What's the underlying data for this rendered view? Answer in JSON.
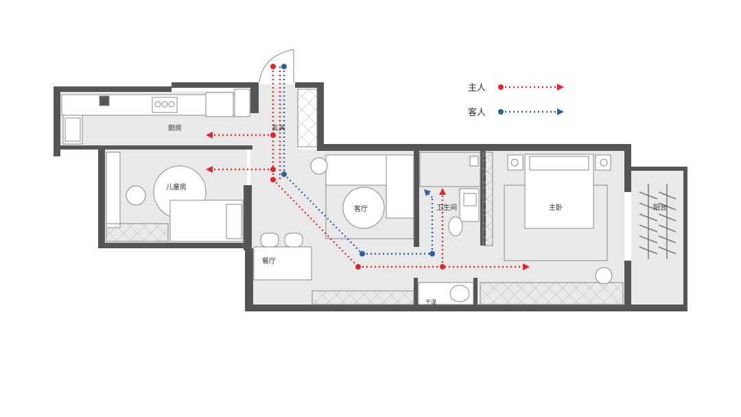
{
  "legend": {
    "host": {
      "label": "主人",
      "color": "#e0262b"
    },
    "guest": {
      "label": "客人",
      "color": "#2f5f9e"
    }
  },
  "rooms": {
    "kitchen": "厨房",
    "entrance": "玄关",
    "children_room": "儿童房",
    "living_room": "客厅",
    "bathroom": "卫生间",
    "master_bedroom": "主卧",
    "balcony": "阳台",
    "dining_room": "餐厅",
    "storage": "干湿"
  },
  "colors": {
    "wall": "#555555",
    "floor": "#e9e9e9",
    "furniture": "#ffffff",
    "line": "#8a8a8a"
  }
}
